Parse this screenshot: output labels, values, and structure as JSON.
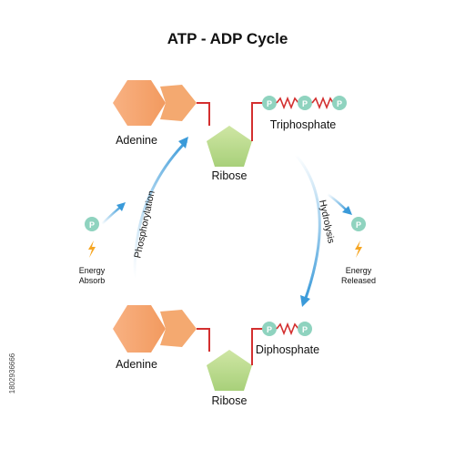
{
  "title": "ATP - ADP Cycle",
  "atp": {
    "base_label": "Adenine",
    "sugar_label": "Ribose",
    "phosphate_group_label": "Triphosphate",
    "phosphates": [
      "P",
      "P",
      "P"
    ]
  },
  "adp": {
    "base_label": "Adenine",
    "sugar_label": "Ribose",
    "phosphate_group_label": "Diphosphate",
    "phosphates": [
      "P",
      "P"
    ]
  },
  "left_process": {
    "label": "Phosphorylation",
    "phosphate": "P",
    "energy_line1": "Energy",
    "energy_line2": "Absorb"
  },
  "right_process": {
    "label": "Hydrolysis",
    "phosphate": "P",
    "energy_line1": "Energy",
    "energy_line2": "Released"
  },
  "watermark_id": "1802936666",
  "colors": {
    "adenine": "#f5a26a",
    "ribose": "#b8d98a",
    "phosphate": "#8fd3bf",
    "bond": "#d32f2f",
    "arrow": "#3a9ad9",
    "energy": "#f6a623",
    "text": "#111111"
  }
}
